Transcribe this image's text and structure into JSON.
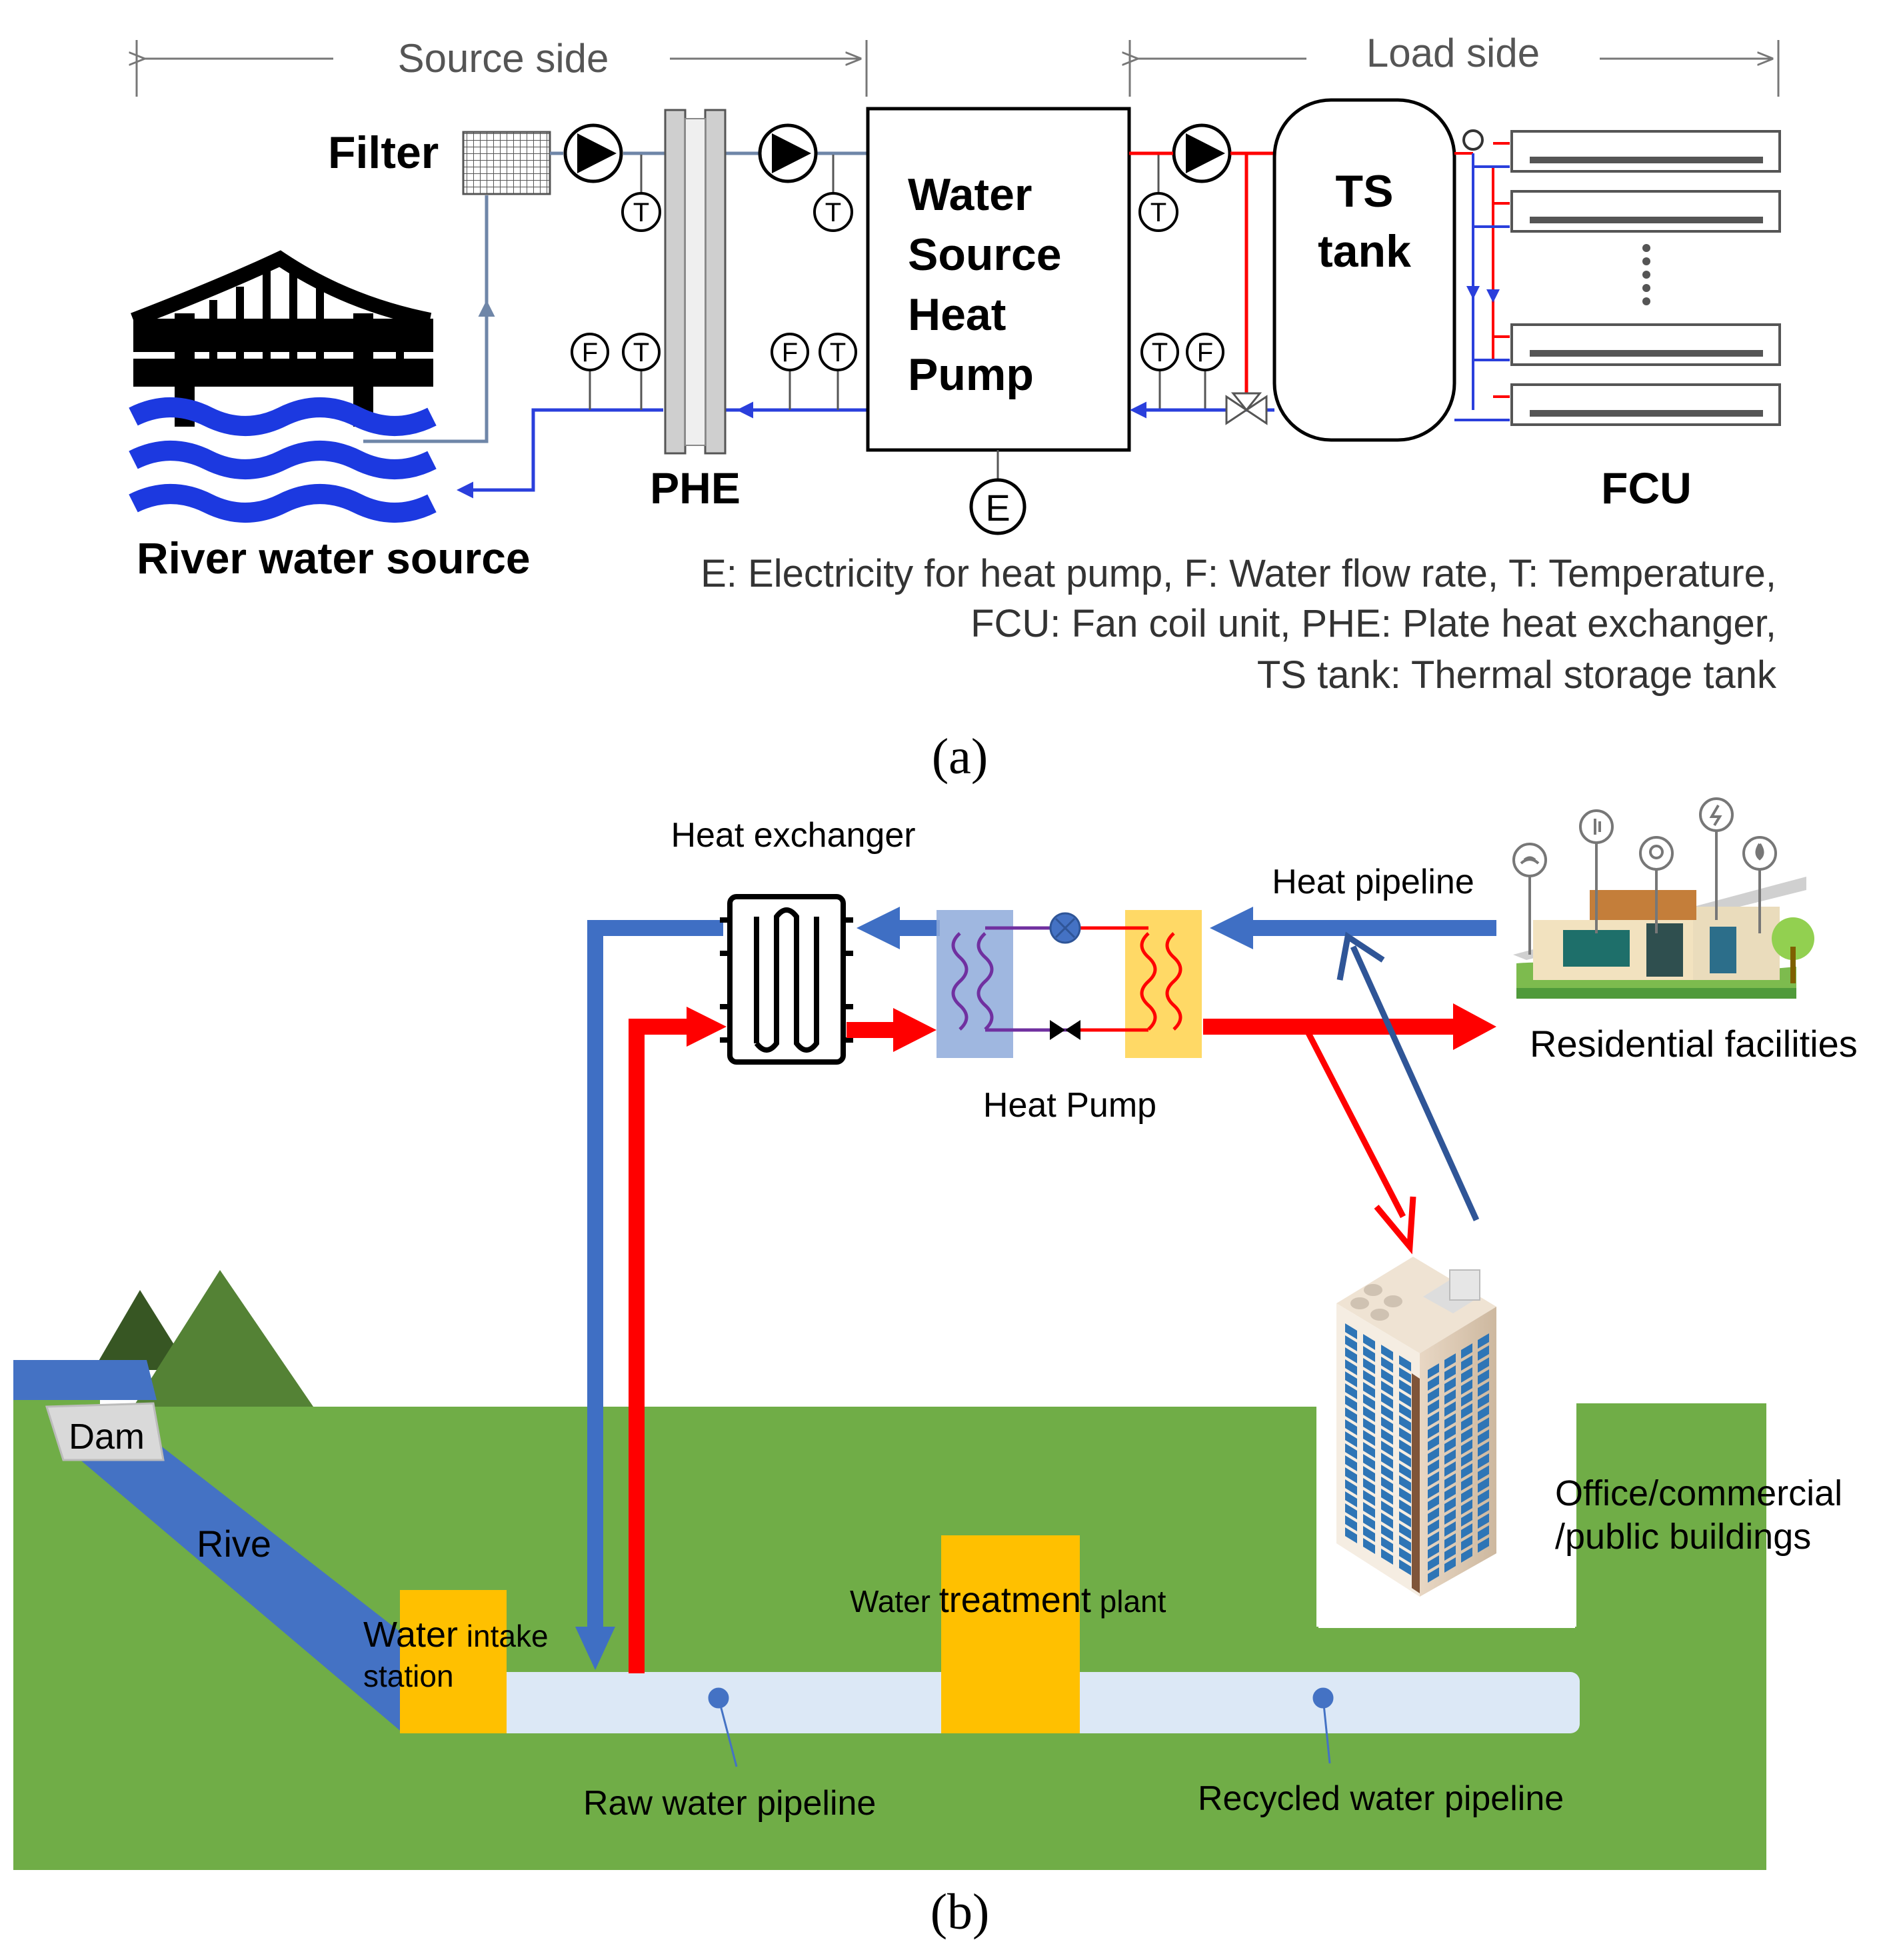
{
  "panel_a": {
    "source_side": "Source side",
    "load_side": "Load side",
    "filter": "Filter",
    "phe": "PHE",
    "heat_pump": [
      "Water",
      "Source",
      "Heat",
      "Pump"
    ],
    "ts_tank": [
      "TS",
      "tank"
    ],
    "fcu": "FCU",
    "river": "River water source",
    "sensor_e": "E",
    "sensor_f": "F",
    "sensor_t": "T",
    "legend_line1": "E: Electricity for heat pump, F: Water flow rate, T: Temperature,",
    "legend_line2": "FCU: Fan coil unit, PHE: Plate heat exchanger,",
    "legend_line3": "TS tank: Thermal storage tank",
    "caption": "(a)"
  },
  "panel_b": {
    "heat_exchanger": "Heat exchanger",
    "heat_pipeline": "Heat pipeline",
    "heat_pump": "Heat Pump",
    "residential": "Residential  facilities",
    "office_line1": "Office/commercial",
    "office_line2": "/public buildings",
    "dam": "Dam",
    "river": "Rive",
    "intake_line1_a": "Water",
    "intake_line1_b": " intake",
    "intake_line2": "station",
    "treatment_a": "Water ",
    "treatment_b": "treatment",
    "treatment_c": " plant",
    "raw_pipeline": "Raw water pipeline",
    "recycled_pipeline": "Recycled water pipeline",
    "caption": "(b)"
  },
  "colors": {
    "hot": "#ff0000",
    "cold": "#3f6fc4",
    "cold_thin": "#2a3fdc",
    "ground": "#70ad47",
    "mountain_dark": "#375623",
    "mountain": "#548235",
    "plant": "#ffc000",
    "river": "#4472c4"
  }
}
